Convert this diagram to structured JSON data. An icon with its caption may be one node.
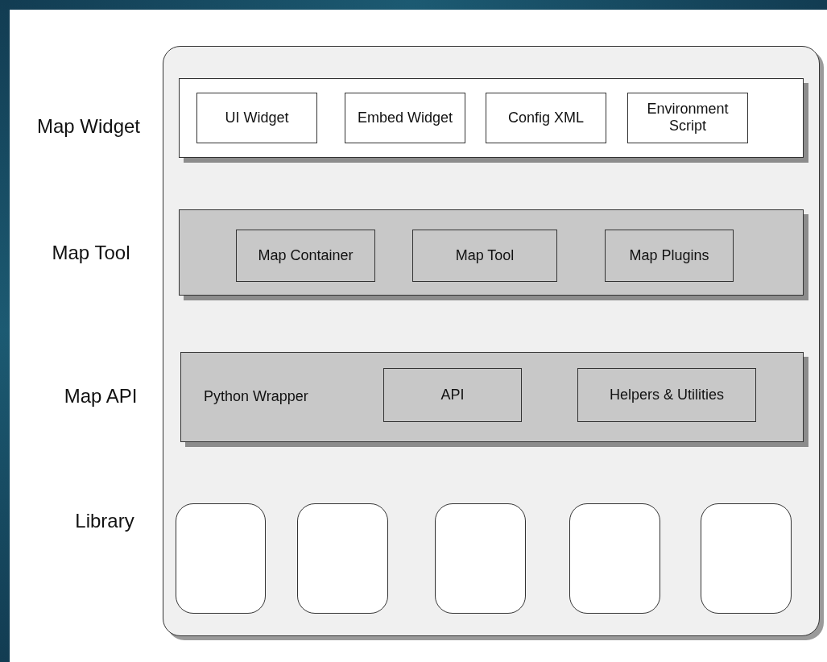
{
  "diagram": {
    "nodes": [
      {
        "text": [],
        "shape": "box"
      },
      {
        "text": [],
        "shape": "box",
        "in": 0
      },
      {
        "text": [
          "UI Widget"
        ],
        "in": 1
      },
      {
        "text": [
          "Embed Widget"
        ],
        "in": 1
      },
      {
        "text": [
          "Config XML"
        ],
        "in": 1
      },
      {
        "text": [
          "Environment Script"
        ],
        "in": 1
      },
      {
        "text": [],
        "shape": "box",
        "in": 0
      },
      {
        "text": [
          "Map Container"
        ],
        "in": 6
      },
      {
        "text": [
          "Map Tool"
        ],
        "in": 6
      },
      {
        "text": [
          "Map Plugins"
        ],
        "in": 6
      },
      {
        "text": [
          "Python Wrapper"
        ],
        "in": 0
      },
      {
        "text": [
          "API"
        ],
        "in": 10
      },
      {
        "text": [
          "Helpers & Utilities"
        ],
        "in": 10
      },
      {
        "text": [],
        "shape": "box",
        "in": 0
      },
      {
        "text": [],
        "shape": "box",
        "in": 0
      },
      {
        "text": [],
        "shape": "box",
        "in": 0
      },
      {
        "text": [],
        "shape": "box",
        "in": 0
      },
      {
        "text": [],
        "shape": "box",
        "in": 0
      }
    ],
    "edges": [],
    "labels": [
      "Map Widget",
      "Map Tool",
      "Map API",
      "Library"
    ]
  }
}
